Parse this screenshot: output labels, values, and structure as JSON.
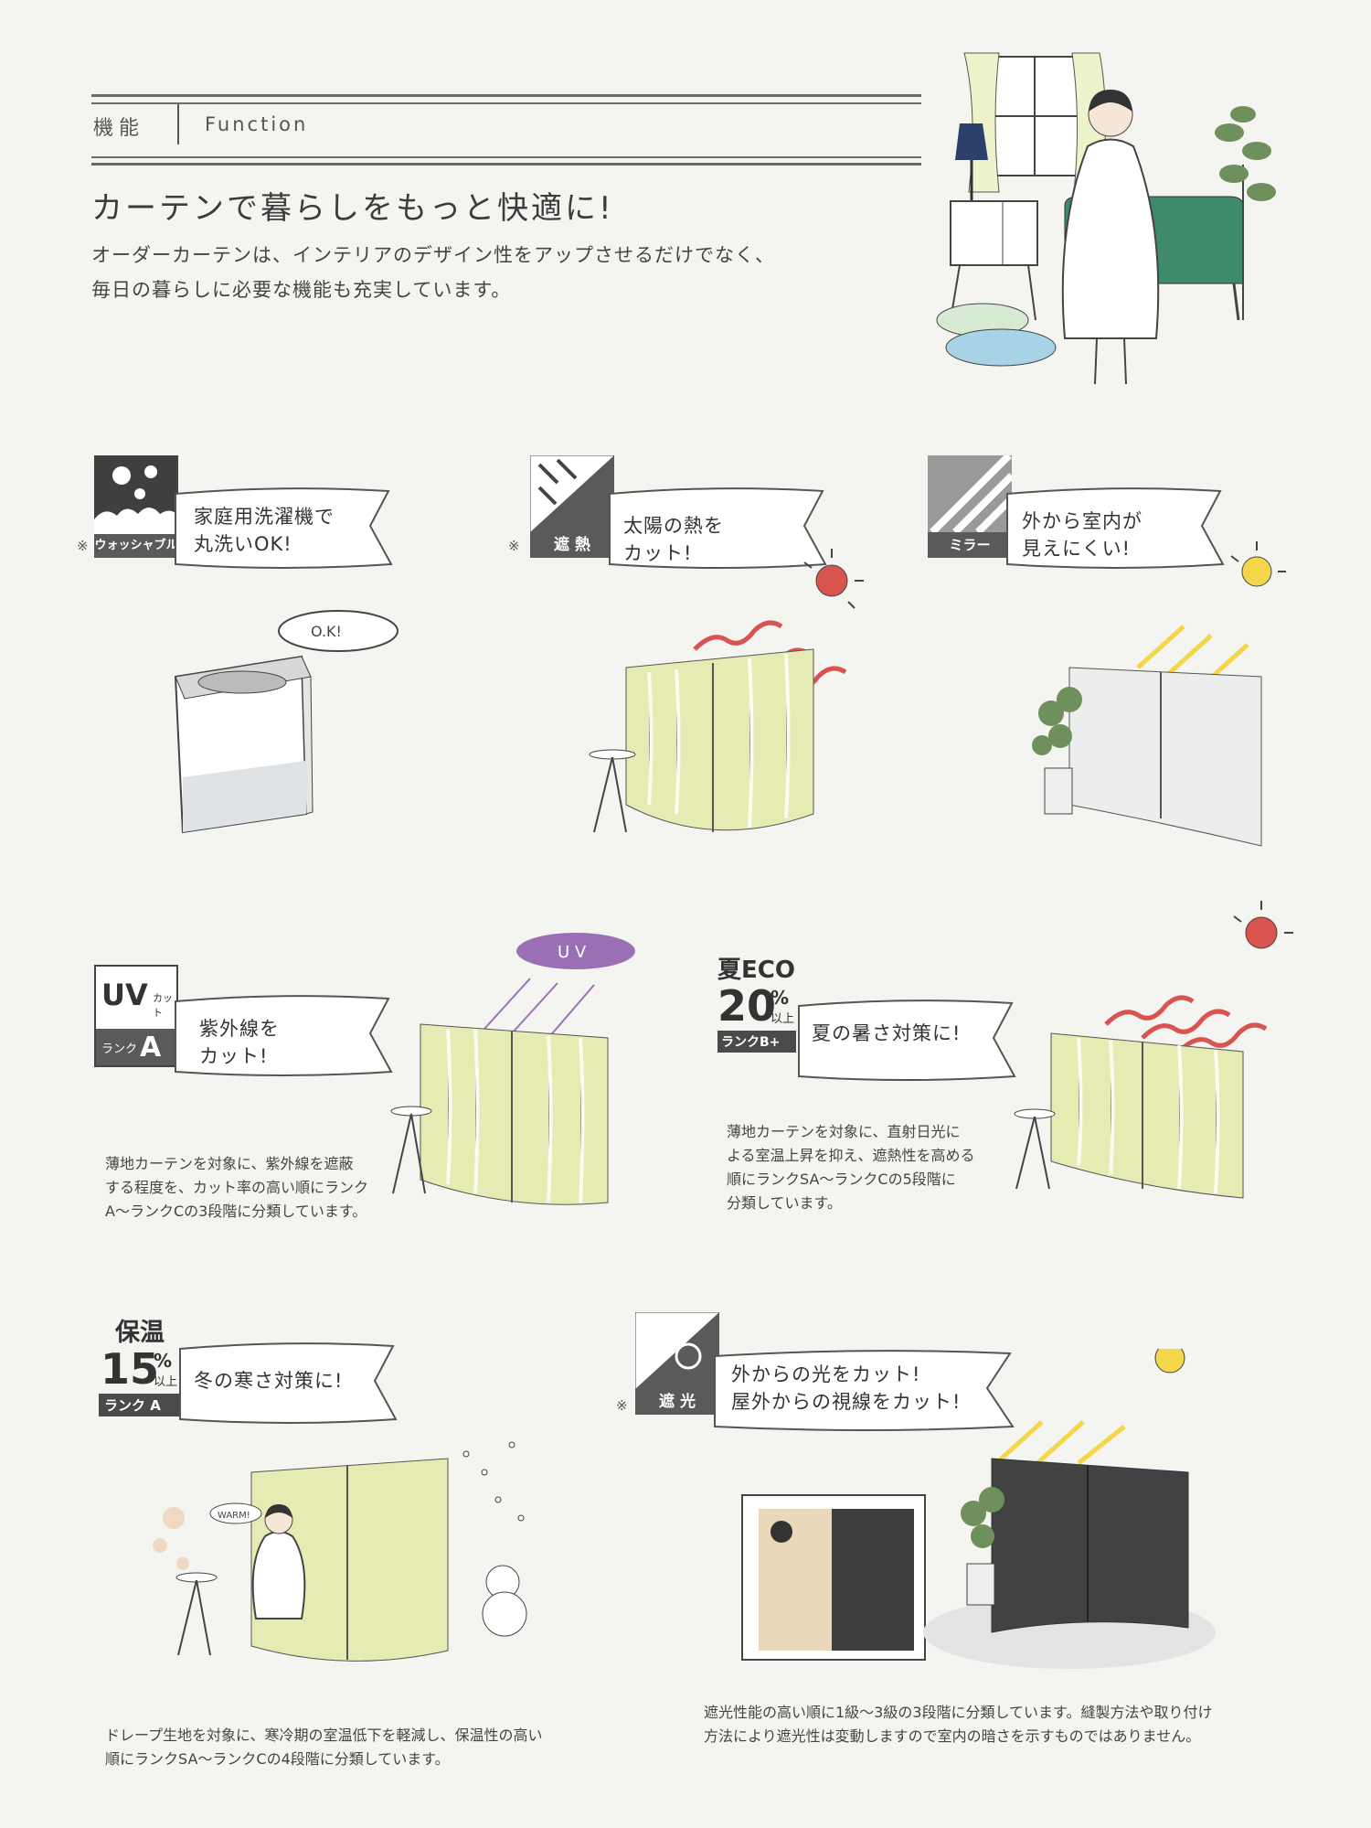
{
  "header": {
    "label_jp": "機能",
    "label_en": "Function"
  },
  "title": "カーテンで暮らしをもっと快適に!",
  "intro": [
    "オーダーカーテンは、インテリアのデザイン性をアップさせるだけでなく、",
    "毎日の暮らしに必要な機能も充実しています。"
  ],
  "features": [
    {
      "badge": "ウォッシャブル",
      "note": "※",
      "text": [
        "家庭用洗濯機で",
        "丸洗いOK!"
      ],
      "bubble": "O.K!"
    },
    {
      "badge": "遮 熱",
      "note": "※",
      "text": [
        "太陽の熱を",
        "カット!"
      ]
    },
    {
      "badge": "ミラー",
      "text": [
        "外から室内が",
        "見えにくい!"
      ]
    },
    {
      "badge_top": "UV",
      "badge_sub": "カット",
      "badge_rank": "ランク",
      "badge_rank_letter": "A",
      "text": [
        "紫外線を",
        "カット!"
      ],
      "uv_label": "U V",
      "desc": [
        "薄地カーテンを対象に、紫外線を遮蔽",
        "する程度を、カット率の高い順にランク",
        "A〜ランクCの3段階に分類しています。"
      ]
    },
    {
      "badge_top": "夏ECO",
      "badge_pct": "20",
      "badge_pct_sign": "%",
      "badge_above": "以上",
      "badge_rank": "ランクB+",
      "text": [
        "夏の暑さ対策に!"
      ],
      "desc": [
        "薄地カーテンを対象に、直射日光に",
        "よる室温上昇を抑え、遮熱性を高める",
        "順にランクSA〜ランクCの5段階に",
        "分類しています。"
      ]
    },
    {
      "badge_top": "保温",
      "badge_pct": "15",
      "badge_pct_sign": "%",
      "badge_above": "以上",
      "badge_rank": "ランク A",
      "text": [
        "冬の寒さ対策に!"
      ],
      "bubble": "WARM!",
      "desc": [
        "ドレープ生地を対象に、寒冷期の室温低下を軽減し、保温性の高い",
        "順にランクSA〜ランクCの4段階に分類しています。"
      ]
    },
    {
      "badge": "遮 光",
      "note": "※",
      "text": [
        "外からの光をカット!",
        "屋外からの視線をカット!"
      ],
      "desc": [
        "遮光性能の高い順に1級〜3級の3段階に分類しています。縫製方法や取り付け",
        "方法により遮光性は変動しますので室内の暗さを示すものではありません。"
      ]
    }
  ],
  "colors": {
    "ink": "#3a3a3a",
    "badge": "#5a5a5a",
    "curtain": "#e6ebb4",
    "heat": "#d9534f",
    "uv": "#9b6fb5",
    "sun": "#f3d64a",
    "dark": "#404244"
  }
}
